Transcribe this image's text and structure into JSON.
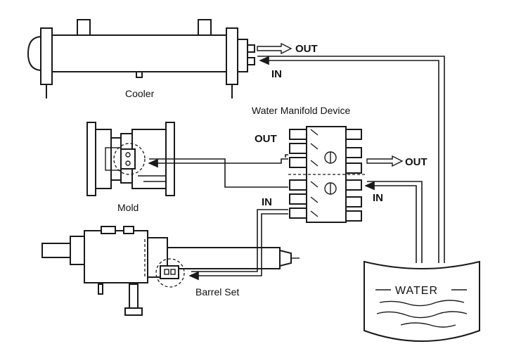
{
  "labels": {
    "cooler": "Cooler",
    "cooler_out": "OUT",
    "cooler_in": "IN",
    "manifold": "Water Manifold Device",
    "manifold_out_left": "OUT",
    "manifold_out_right": "OUT",
    "manifold_in_left": "IN",
    "manifold_in_right": "IN",
    "mold": "Mold",
    "barrel": "Barrel Set",
    "water": "WATER"
  }
}
